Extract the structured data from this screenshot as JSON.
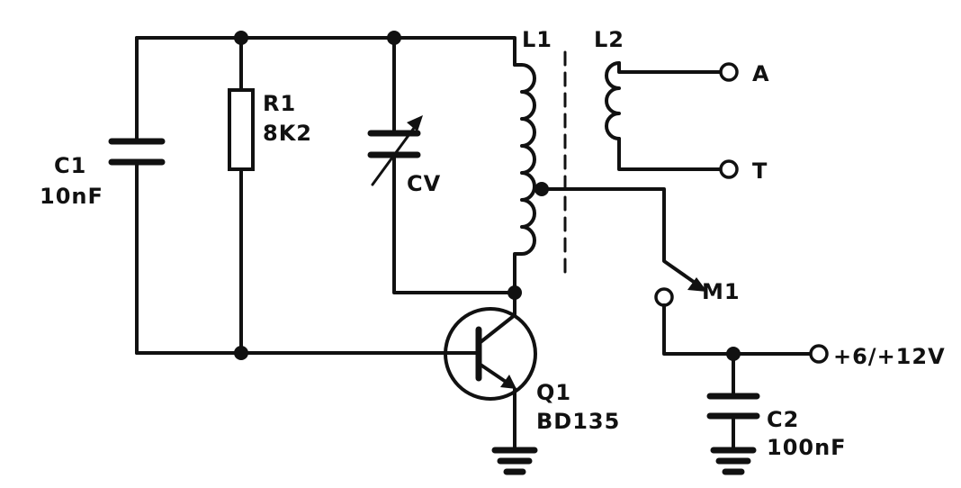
{
  "colors": {
    "ink": "#111111",
    "paper": "#ffffff"
  },
  "components": {
    "c1": {
      "ref": "C1",
      "value": "10nF"
    },
    "r1": {
      "ref": "R1",
      "value": "8K2"
    },
    "cv": {
      "ref": "CV"
    },
    "l1": {
      "ref": "L1"
    },
    "l2": {
      "ref": "L2"
    },
    "q1": {
      "ref": "Q1",
      "value": "BD135"
    },
    "m1": {
      "ref": "M1"
    },
    "c2": {
      "ref": "C2",
      "value": "100nF"
    }
  },
  "terminals": {
    "a": "A",
    "t": "T",
    "supply": "+6/+12V"
  }
}
